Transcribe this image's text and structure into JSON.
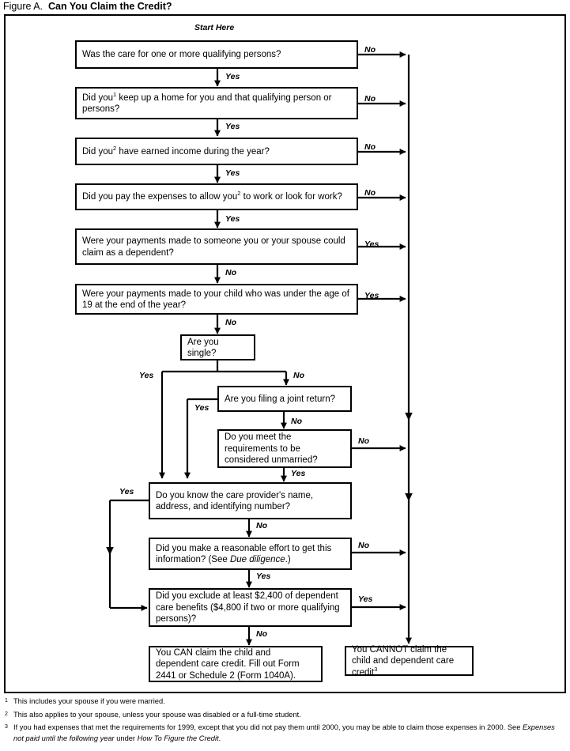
{
  "title": {
    "lead": "Figure A.",
    "main": "Can You Claim the Credit?"
  },
  "start_label": "Start Here",
  "nodes": {
    "q1": "Was the care for one or more qualifying persons?",
    "q2_a": "Did you",
    "q2_sup": "1",
    "q2_b": " keep up a home for you and that qualifying person or persons?",
    "q3_a": "Did you",
    "q3_sup": "2",
    "q3_b": " have earned income during the year?",
    "q4_a": "Did you pay the expenses to allow you",
    "q4_sup": "2",
    "q4_b": " to work or look for work?",
    "q5": "Were your payments made to someone you or your spouse could claim as a dependent?",
    "q6": "Were your payments made to your child who was under the age of 19 at the end of the year?",
    "q7": "Are you single?",
    "q8": "Are you filing a joint return?",
    "q9": "Do you meet the requirements to be considered unmarried?",
    "q10": "Do you know the care provider's name, address, and identifying number?",
    "q11_a": "Did you make a reasonable effort to get this information? (See ",
    "q11_ital": "Due diligence",
    "q11_b": ".)",
    "q12": "Did you exclude at least $2,400 of dependent care benefits ($4,800 if two or more qualifying persons)?",
    "can": "You CAN claim the child and dependent care credit. Fill out Form 2441 or Schedule 2 (Form 1040A).",
    "cannot_a": "You CANNOT claim the child and dependent care credit",
    "cannot_sup": "3"
  },
  "edge_labels": {
    "no": "No",
    "yes": "Yes"
  },
  "footnotes": [
    {
      "marker": "1",
      "text": "This includes your spouse if you were married."
    },
    {
      "marker": "2",
      "text": "This also applies to your spouse, unless your spouse was disabled or a full-time student."
    },
    {
      "marker": "3",
      "text_a": "If you had expenses that met the requirements for 1999, except that you did not pay them until 2000, you may be able to claim those expenses in 2000. See ",
      "italic_a": "Expenses not paid until the following year",
      "text_b": " under ",
      "italic_b": "How To Figure the Credit",
      "text_c": "."
    }
  ],
  "colors": {
    "ink": "#000000",
    "paper": "#ffffff"
  }
}
